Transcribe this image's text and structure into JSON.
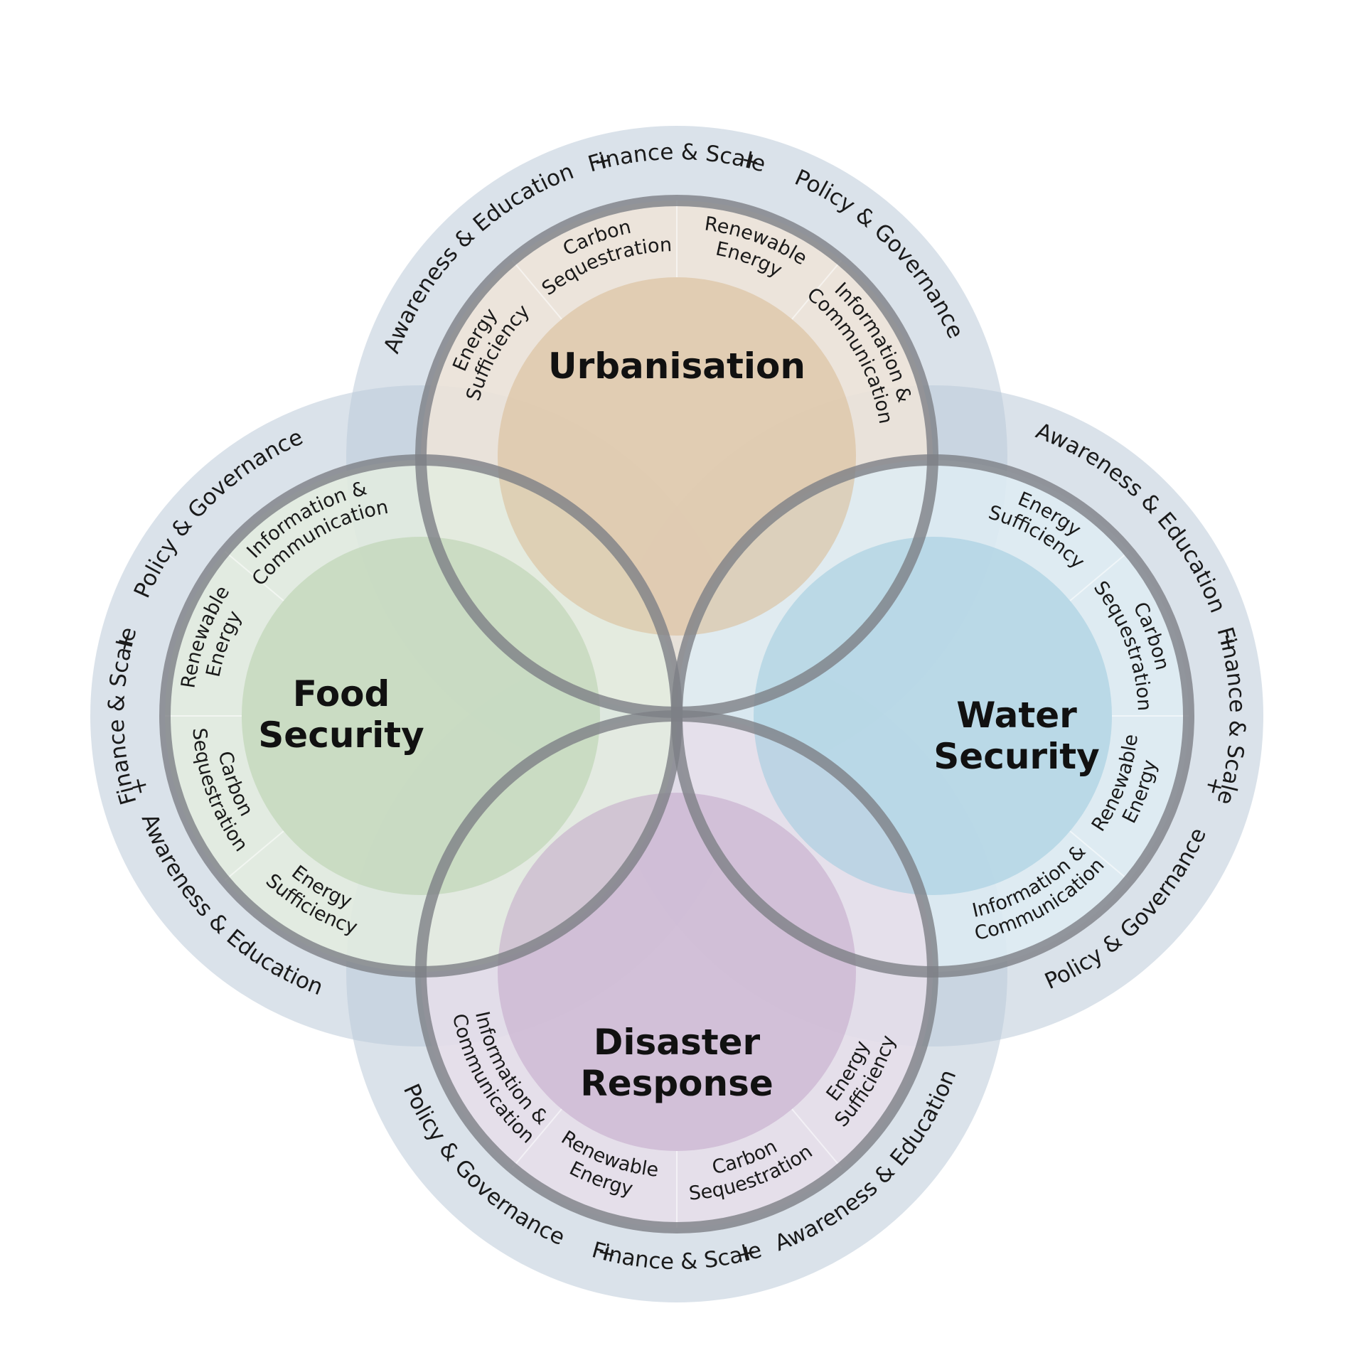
{
  "diagram": {
    "theme_colors": {
      "outer_band": "#bccbd8",
      "ring": "#7d7f86",
      "urbanisation": "#d8b991",
      "food_security": "#b6cfab",
      "water_security": "#9ccade",
      "disaster_response": "#c2a6c9"
    },
    "circles": [
      {
        "id": "urbanisation",
        "title_lines": [
          "Urbanisation"
        ],
        "enablers": [
          [
            "Energy",
            "Sufficiency"
          ],
          [
            "Carbon",
            "Sequestration"
          ],
          [
            "Renewable",
            "Energy"
          ],
          [
            "Information &",
            "Communication"
          ]
        ],
        "outer_text": [
          "Awareness & Education",
          "+",
          "Finance & Scale",
          "+",
          "Policy & Governance"
        ]
      },
      {
        "id": "water_security",
        "title_lines": [
          "Water",
          "Security"
        ],
        "enablers": [
          [
            "Energy",
            "Sufficiency"
          ],
          [
            "Carbon",
            "Sequestration"
          ],
          [
            "Renewable",
            "Energy"
          ],
          [
            "Information &",
            "Communication"
          ]
        ],
        "outer_text": [
          "Awareness & Education",
          "+",
          "Finance & Scale",
          "+",
          "Policy & Governance"
        ]
      },
      {
        "id": "disaster_response",
        "title_lines": [
          "Disaster",
          "Response"
        ],
        "enablers": [
          [
            "Energy",
            "Sufficiency"
          ],
          [
            "Carbon",
            "Sequestration"
          ],
          [
            "Renewable",
            "Energy"
          ],
          [
            "Information &",
            "Communication"
          ]
        ],
        "outer_text": [
          "Awareness & Education",
          "+",
          "Finance & Scale",
          "+",
          "Policy & Governance"
        ]
      },
      {
        "id": "food_security",
        "title_lines": [
          "Food",
          "Security"
        ],
        "enablers": [
          [
            "Energy",
            "Sufficiency"
          ],
          [
            "Carbon",
            "Sequestration"
          ],
          [
            "Renewable",
            "Energy"
          ],
          [
            "Information &",
            "Communication"
          ]
        ],
        "outer_text": [
          "Awareness & Education",
          "+",
          "Finance & Scale",
          "+",
          "Policy & Governance"
        ]
      }
    ]
  }
}
